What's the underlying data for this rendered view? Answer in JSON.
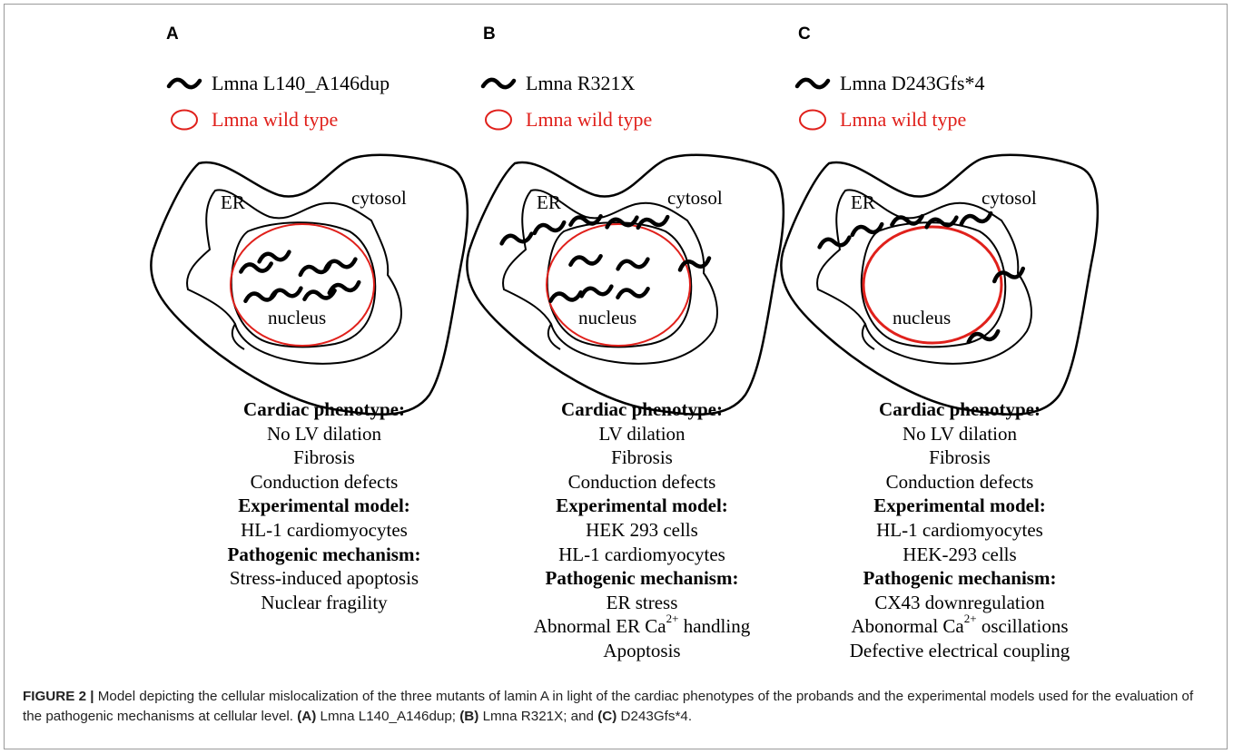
{
  "figure": {
    "caption": {
      "label": "FIGURE 2 |",
      "text_1": " Model depicting the cellular mislocalization of the three mutants of lamin A in light of the cardiac phenotypes of the probands and the experimental models used for the evaluation of the pathogenic mechanisms at cellular level. ",
      "ref_a": "(A)",
      "text_2": " Lmna L140_A146dup; ",
      "ref_b": "(B)",
      "text_3": " Lmna R321X; and ",
      "ref_c": "(C)",
      "text_4": " D243Gfs*4."
    },
    "colors": {
      "wild_type": "#e0201b",
      "mutant": "#000000",
      "outline": "#000000"
    },
    "panels": [
      {
        "letter": "A",
        "mutant_label": "Lmna L140_A146dup",
        "wildtype_label": "Lmna wild type",
        "cell_labels": {
          "er": "ER",
          "cytosol": "cytosol",
          "nucleus": "nucleus"
        },
        "phenotype_heading": "Cardiac phenotype:",
        "phenotype": [
          "No LV dilation",
          "Fibrosis",
          "Conduction defects"
        ],
        "model_heading": "Experimental model:",
        "model": [
          "HL-1 cardiomyocytes"
        ],
        "mechanism_heading": "Pathogenic mechanism:",
        "mechanism": [
          "Stress-induced apoptosis",
          "Nuclear fragility"
        ]
      },
      {
        "letter": "B",
        "mutant_label": "Lmna R321X",
        "wildtype_label": "Lmna wild type",
        "cell_labels": {
          "er": "ER",
          "cytosol": "cytosol",
          "nucleus": "nucleus"
        },
        "phenotype_heading": "Cardiac phenotype:",
        "phenotype": [
          "LV dilation",
          "Fibrosis",
          "Conduction defects"
        ],
        "model_heading": "Experimental model:",
        "model": [
          "HEK 293 cells",
          "HL-1 cardiomyocytes"
        ],
        "mechanism_heading": "Pathogenic mechanism:",
        "mechanism_1": "ER stress",
        "mechanism_2_pre": "Abnormal ER Ca",
        "mechanism_2_sup": "2+",
        "mechanism_2_post": " handling",
        "mechanism_3": "Apoptosis"
      },
      {
        "letter": "C",
        "mutant_label": "Lmna D243Gfs*4",
        "wildtype_label": "Lmna wild type",
        "cell_labels": {
          "er": "ER",
          "cytosol": "cytosol",
          "nucleus": "nucleus"
        },
        "phenotype_heading": "Cardiac phenotype:",
        "phenotype": [
          "No LV dilation",
          "Fibrosis",
          "Conduction defects"
        ],
        "model_heading": "Experimental model:",
        "model": [
          "HL-1 cardiomyocytes",
          "HEK-293 cells"
        ],
        "mechanism_heading": "Pathogenic mechanism:",
        "mechanism_1": "CX43 downregulation",
        "mechanism_2_pre": "Abonormal Ca",
        "mechanism_2_sup": "2+",
        "mechanism_2_post": " oscillations",
        "mechanism_3": "Defective electrical coupling"
      }
    ]
  }
}
